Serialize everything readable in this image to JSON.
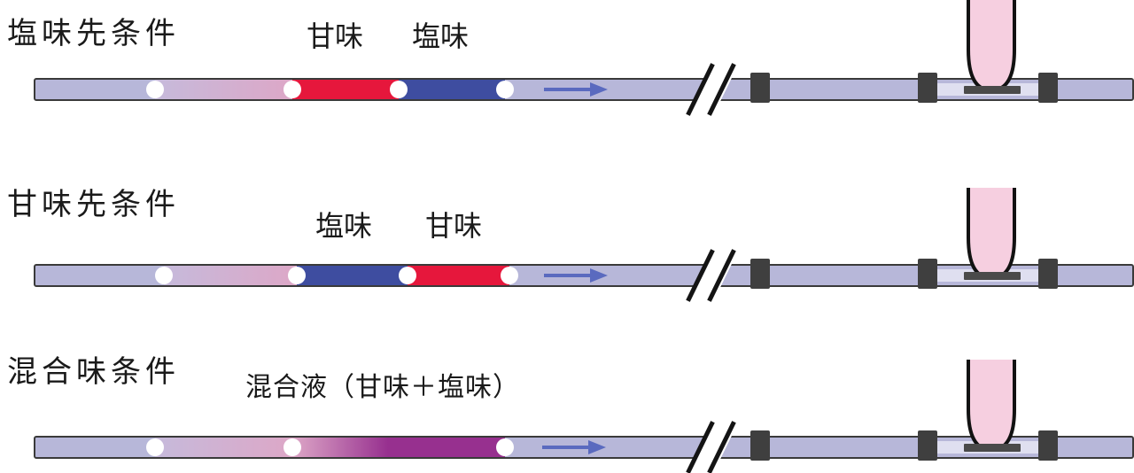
{
  "colors": {
    "tube": "#b7b7d9",
    "tube_border": "#3a3a3a",
    "pink": "#dda7c7",
    "red": "#e6173c",
    "blue": "#3e4da0",
    "purple": "#97308f",
    "arrow": "#5a6abf",
    "clamp": "#3f3f3f",
    "spout": "#4a4a4a",
    "tongue": "#f6cfe0"
  },
  "conditions": [
    {
      "title": "塩味先条件",
      "flow_labels": [
        "甘味",
        "塩味"
      ]
    },
    {
      "title": "甘味先条件",
      "flow_labels": [
        "塩味",
        "甘味"
      ]
    },
    {
      "title": "混合味条件",
      "flow_labels": [
        "混合液（甘味＋塩味）"
      ]
    }
  ]
}
